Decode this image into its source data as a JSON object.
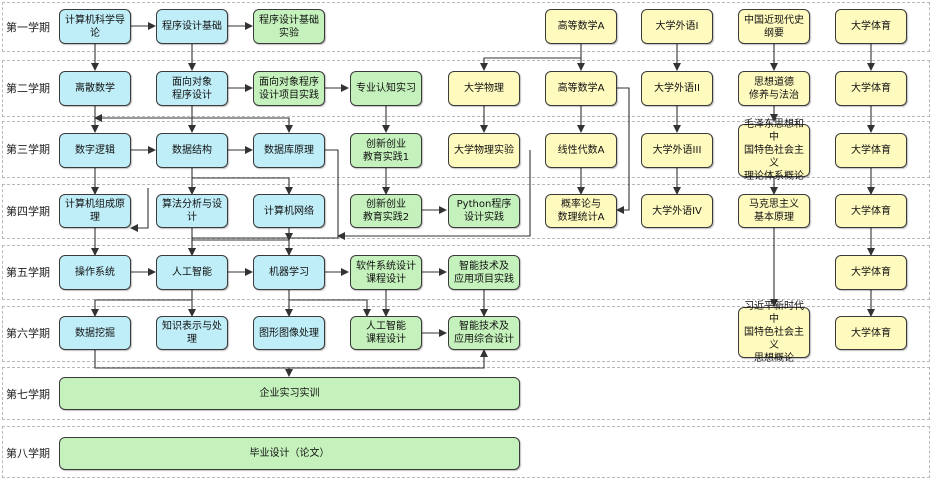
{
  "terms": [
    "第一学期",
    "第二学期",
    "第三学期",
    "第四学期",
    "第五学期",
    "第六学期",
    "第七学期",
    "第八学期"
  ],
  "colors": {
    "cs": "#bfeef8",
    "practice": "#c5f2bc",
    "general": "#fffbbf",
    "line": "#333333",
    "band_border": "#b8b8b8"
  },
  "courses": {
    "intro_cs": "计算机科学导论",
    "programming_basics": "程序设计基础",
    "programming_lab": "程序设计基础\n实验",
    "math_a1": "高等数学A",
    "english1": "大学外语I",
    "modern_history": "中国近现代史\n纲要",
    "pe1": "大学体育",
    "discrete_math": "离散数学",
    "oop": "面向对象\n程序设计",
    "oop_project": "面向对象程序\n设计项目实践",
    "major_cognition": "专业认知实习",
    "physics": "大学物理",
    "math_a2": "高等数学A",
    "english2": "大学外语II",
    "ethics_law": "思想道德\n修养与法治",
    "pe2": "大学体育",
    "digital_logic": "数字逻辑",
    "data_structures": "数据结构",
    "database": "数据库原理",
    "innovation1": "创新创业\n教育实践1",
    "physics_lab": "大学物理实验",
    "linear_algebra": "线性代数A",
    "english3": "大学外语III",
    "mao_theory": "毛泽东思想和中\n国特色社会主义\n理论体系概论",
    "pe3": "大学体育",
    "computer_org": "计算机组成原理",
    "algorithms": "算法分析与设计",
    "networks": "计算机网络",
    "innovation2": "创新创业\n教育实践2",
    "python_practice": "Python程序\n设计实践",
    "probability": "概率论与\n数理统计A",
    "english4": "大学外语IV",
    "marxism": "马克思主义\n基本原理",
    "pe4": "大学体育",
    "os": "操作系统",
    "ai": "人工智能",
    "ml": "机器学习",
    "software_design": "软件系统设计\n课程设计",
    "ai_app_project": "智能技术及\n应用项目实践",
    "pe5": "大学体育",
    "data_mining": "数据挖掘",
    "knowledge_rep": "知识表示与处理",
    "graphics_image": "图形图像处理",
    "ai_course_design": "人工智能\n课程设计",
    "ai_app_comprehensive": "智能技术及\n应用综合设计",
    "xi_thought": "习近平新时代中\n国特色社会主义\n思想概论",
    "pe6": "大学体育",
    "internship": "企业实习实训",
    "thesis": "毕业设计（论文）"
  }
}
